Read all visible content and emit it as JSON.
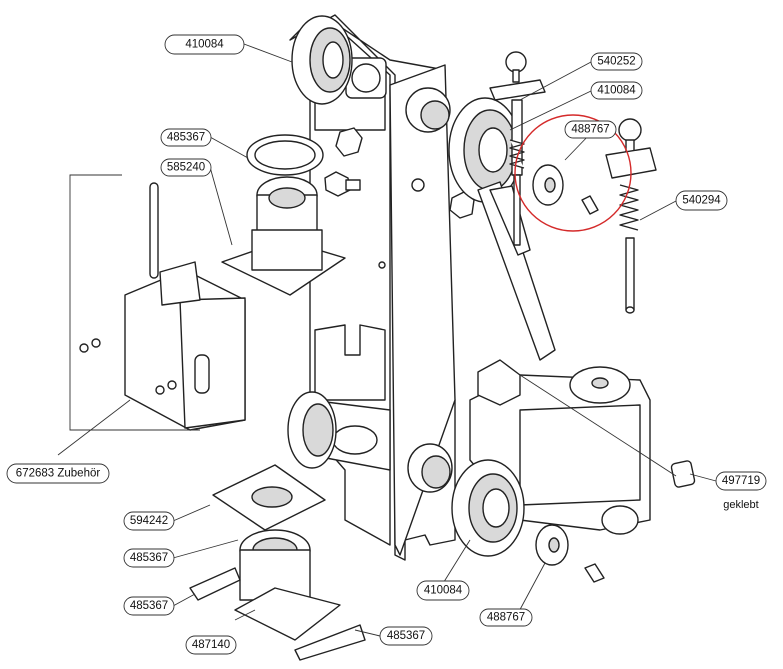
{
  "labels": {
    "top_left_410084": "410084",
    "label_485367_a": "485367",
    "label_585240": "585240",
    "label_540252": "540252",
    "label_410084_right": "410084",
    "label_488767_top": "488767",
    "label_540294": "540294",
    "label_672683": "672683  Zubehör",
    "label_594242": "594242",
    "label_485367_b": "485367",
    "label_485367_c": "485367",
    "label_487140": "487140",
    "label_485367_d": "485367",
    "label_410084_bottom": "410084",
    "label_488767_bottom": "488767",
    "label_497719": "497719"
  },
  "notes": {
    "glued": "geklebt"
  },
  "colors": {
    "highlight_circle": "#d42a2a",
    "line": "#222222"
  }
}
